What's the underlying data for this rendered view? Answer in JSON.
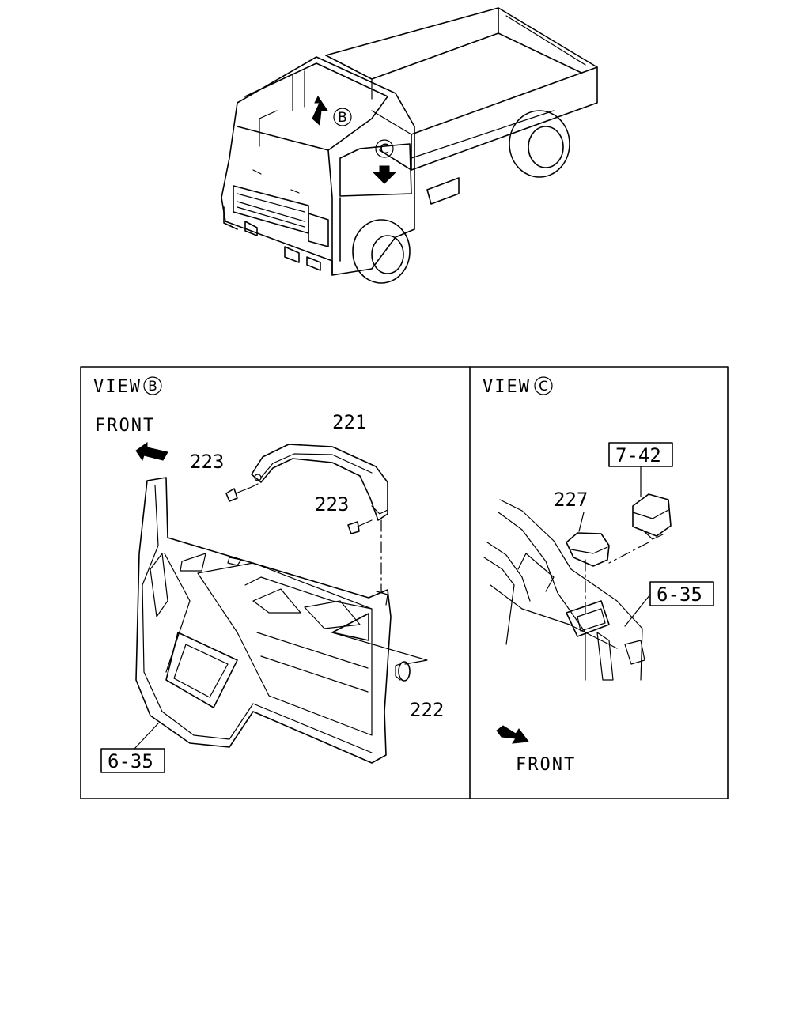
{
  "truck": {
    "callout_b": "B",
    "callout_c": "C"
  },
  "view_b": {
    "title": "VIEW",
    "marker": "B",
    "front_label": "FRONT",
    "parts": {
      "assist_grip": "221",
      "screw_left": "223",
      "screw_right": "223",
      "cap": "222",
      "ref_panel": "6-35"
    }
  },
  "view_c": {
    "title": "VIEW",
    "marker": "C",
    "front_label": "FRONT",
    "parts": {
      "cover": "227",
      "ref_switch": "7-42",
      "ref_panel": "6-35"
    }
  }
}
